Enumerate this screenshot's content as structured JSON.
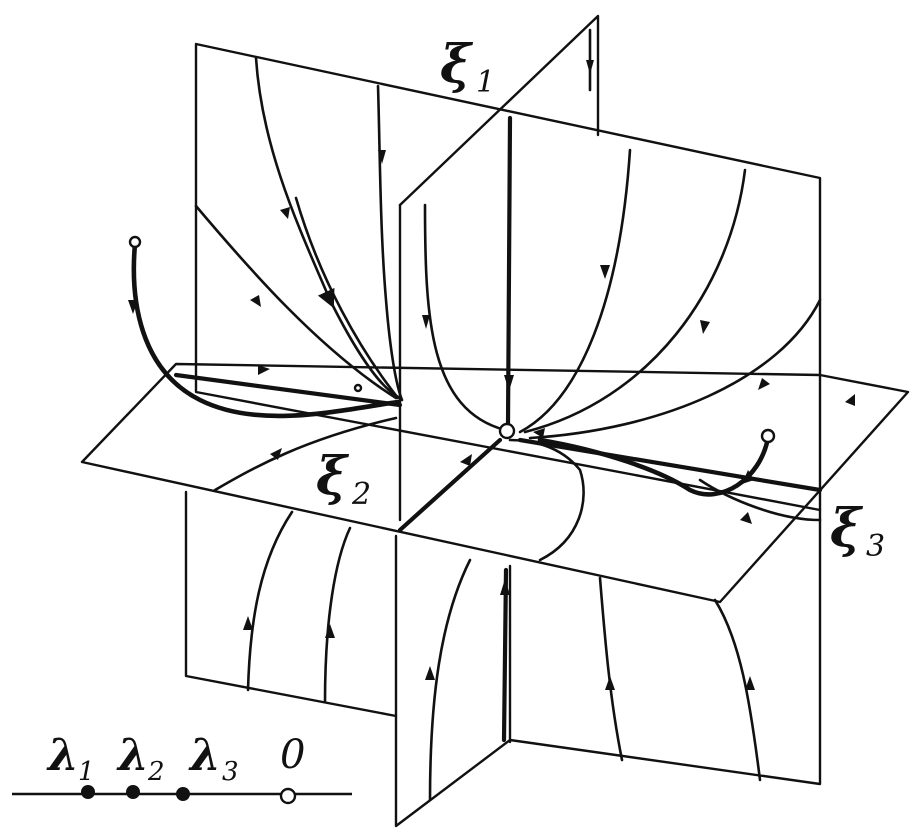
{
  "labels": {
    "xi1": {
      "main": "ξ",
      "sub": "1"
    },
    "xi2": {
      "main": "ξ",
      "sub": "2"
    },
    "xi3": {
      "main": "ξ",
      "sub": "3"
    }
  },
  "legend": {
    "eigenvalues": [
      {
        "main": "λ",
        "sub": "1"
      },
      {
        "main": "λ",
        "sub": "2"
      },
      {
        "main": "λ",
        "sub": "3"
      }
    ],
    "origin_label": "0"
  }
}
